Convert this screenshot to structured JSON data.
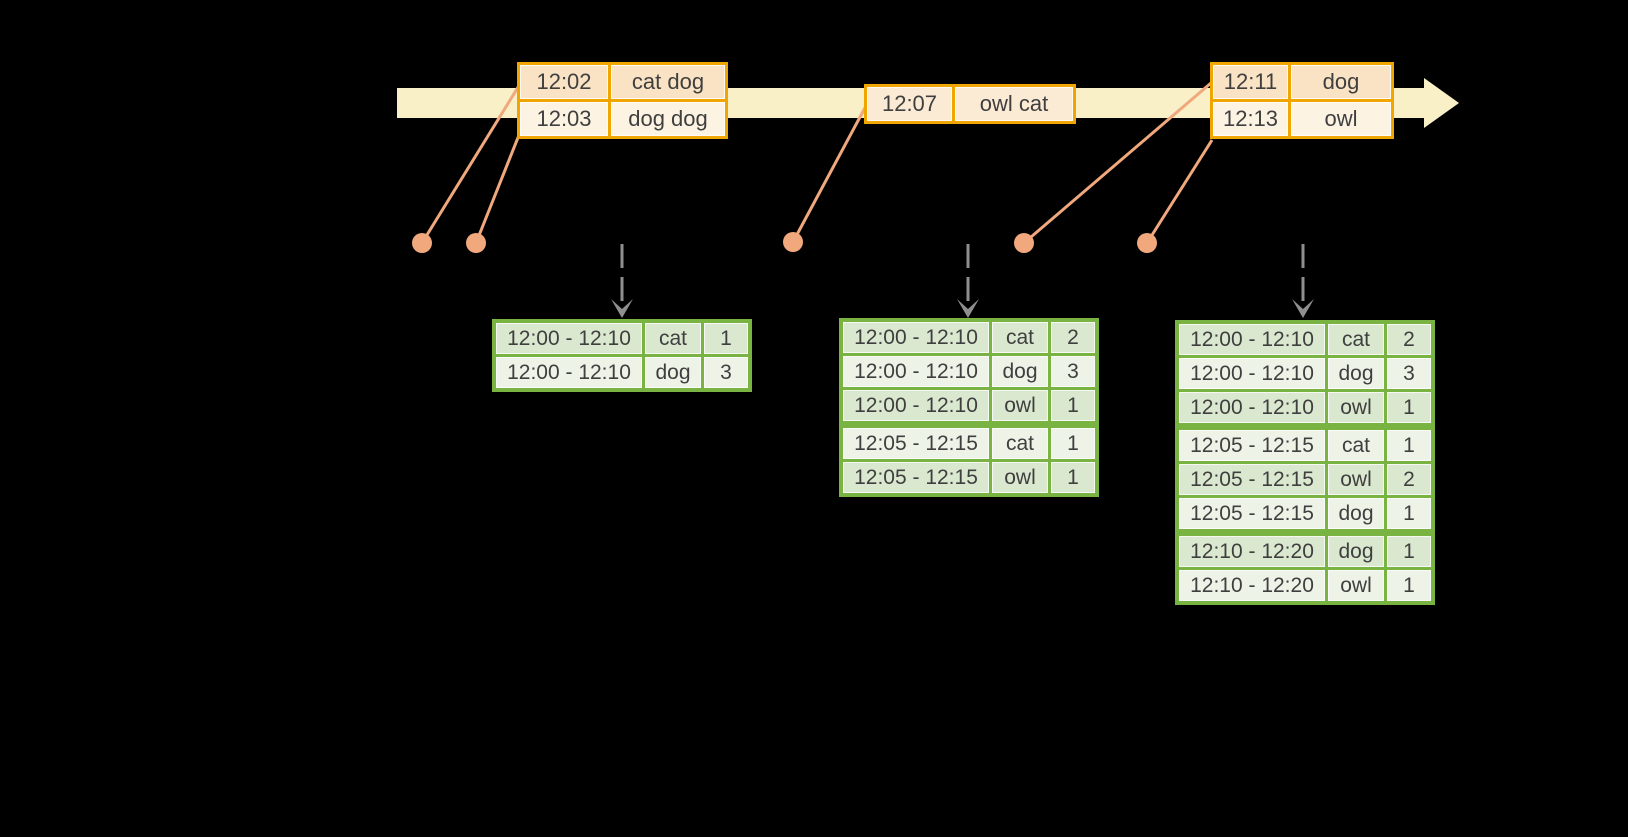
{
  "diagram": {
    "description_visible_text_only": true,
    "event_tables": [
      {
        "rows": [
          {
            "time": "12:02",
            "words": "cat dog"
          },
          {
            "time": "12:03",
            "words": "dog dog"
          }
        ]
      },
      {
        "rows": [
          {
            "time": "12:07",
            "words": "owl cat",
            "shade": "mid"
          }
        ]
      },
      {
        "rows": [
          {
            "time": "12:11",
            "words": "dog"
          },
          {
            "time": "12:13",
            "words": "owl"
          }
        ]
      }
    ],
    "result_tables": [
      {
        "rows": [
          {
            "window": "12:00 - 12:10",
            "word": "cat",
            "count": "1"
          },
          {
            "window": "12:00 - 12:10",
            "word": "dog",
            "count": "3"
          }
        ]
      },
      {
        "rows": [
          {
            "window": "12:00 - 12:10",
            "word": "cat",
            "count": "2"
          },
          {
            "window": "12:00 - 12:10",
            "word": "dog",
            "count": "3"
          },
          {
            "window": "12:00 - 12:10",
            "word": "owl",
            "count": "1"
          },
          {
            "window": "12:05 - 12:15",
            "word": "cat",
            "count": "1"
          },
          {
            "window": "12:05 - 12:15",
            "word": "owl",
            "count": "1"
          }
        ]
      },
      {
        "rows": [
          {
            "window": "12:00 - 12:10",
            "word": "cat",
            "count": "2"
          },
          {
            "window": "12:00 - 12:10",
            "word": "dog",
            "count": "3"
          },
          {
            "window": "12:00 - 12:10",
            "word": "owl",
            "count": "1"
          },
          {
            "window": "12:05 - 12:15",
            "word": "cat",
            "count": "1"
          },
          {
            "window": "12:05 - 12:15",
            "word": "owl",
            "count": "2"
          },
          {
            "window": "12:05 - 12:15",
            "word": "dog",
            "count": "1"
          },
          {
            "window": "12:10 - 12:20",
            "word": "dog",
            "count": "1"
          },
          {
            "window": "12:10 - 12:20",
            "word": "owl",
            "count": "1"
          }
        ]
      }
    ],
    "icons": [
      "timeline-arrow-icon",
      "event-dot-icon",
      "connector-line-icon",
      "trigger-down-arrow-icon"
    ]
  },
  "colors": {
    "background": "#000000",
    "timeline_fill": "#FAF0C8",
    "event_table_border": "#F0A500",
    "event_row_dark": "#FAE3C5",
    "event_row_light": "#FDF3E3",
    "event_row_mid": "#FBEBD5",
    "connector_and_dots": "#F0A87C",
    "trigger_arrow_gray": "#8F8F8F",
    "result_table_border": "#79B342",
    "result_row_dark": "#DBE8D0",
    "result_row_light": "#EDF3E7",
    "text": "#3F3F3F"
  }
}
